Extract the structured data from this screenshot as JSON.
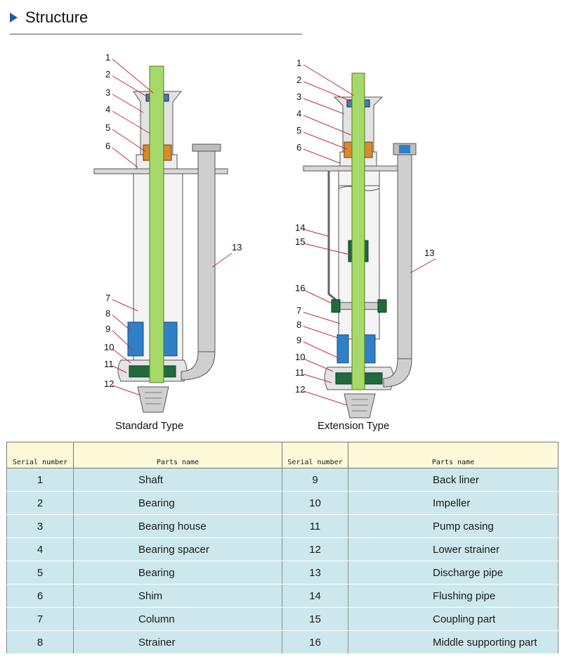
{
  "header": {
    "title": "Structure"
  },
  "captions": {
    "standard": "Standard Type",
    "extension": "Extension Type"
  },
  "callouts": {
    "standard": [
      "1",
      "2",
      "3",
      "4",
      "5",
      "6",
      "7",
      "8",
      "9",
      "10",
      "11",
      "12",
      "13"
    ],
    "extension": [
      "1",
      "2",
      "3",
      "4",
      "5",
      "6",
      "14",
      "15",
      "13",
      "16",
      "7",
      "8",
      "9",
      "10",
      "11",
      "12"
    ]
  },
  "table": {
    "headers": [
      "Serial number",
      "Parts name",
      "Serial number",
      "Parts name"
    ],
    "rows": [
      [
        "1",
        "Shaft",
        "9",
        "Back liner"
      ],
      [
        "2",
        "Bearing",
        "10",
        "Impeller"
      ],
      [
        "3",
        "Bearing house",
        "11",
        "Pump casing"
      ],
      [
        "4",
        "Bearing spacer",
        "12",
        "Lower strainer"
      ],
      [
        "5",
        "Bearing",
        "13",
        "Discharge pipe"
      ],
      [
        "6",
        "Shim",
        "14",
        "Flushing pipe"
      ],
      [
        "7",
        "Column",
        "15",
        "Coupling part"
      ],
      [
        "8",
        "Strainer",
        "16",
        "Middle supporting part"
      ]
    ]
  },
  "colors": {
    "shaft": "#a6d96a",
    "liner": "#2f7fc9",
    "casing": "#1f6b3c",
    "leader": "#c0323a",
    "table_row": "#cde8ec",
    "table_header": "#fcf8d8"
  }
}
